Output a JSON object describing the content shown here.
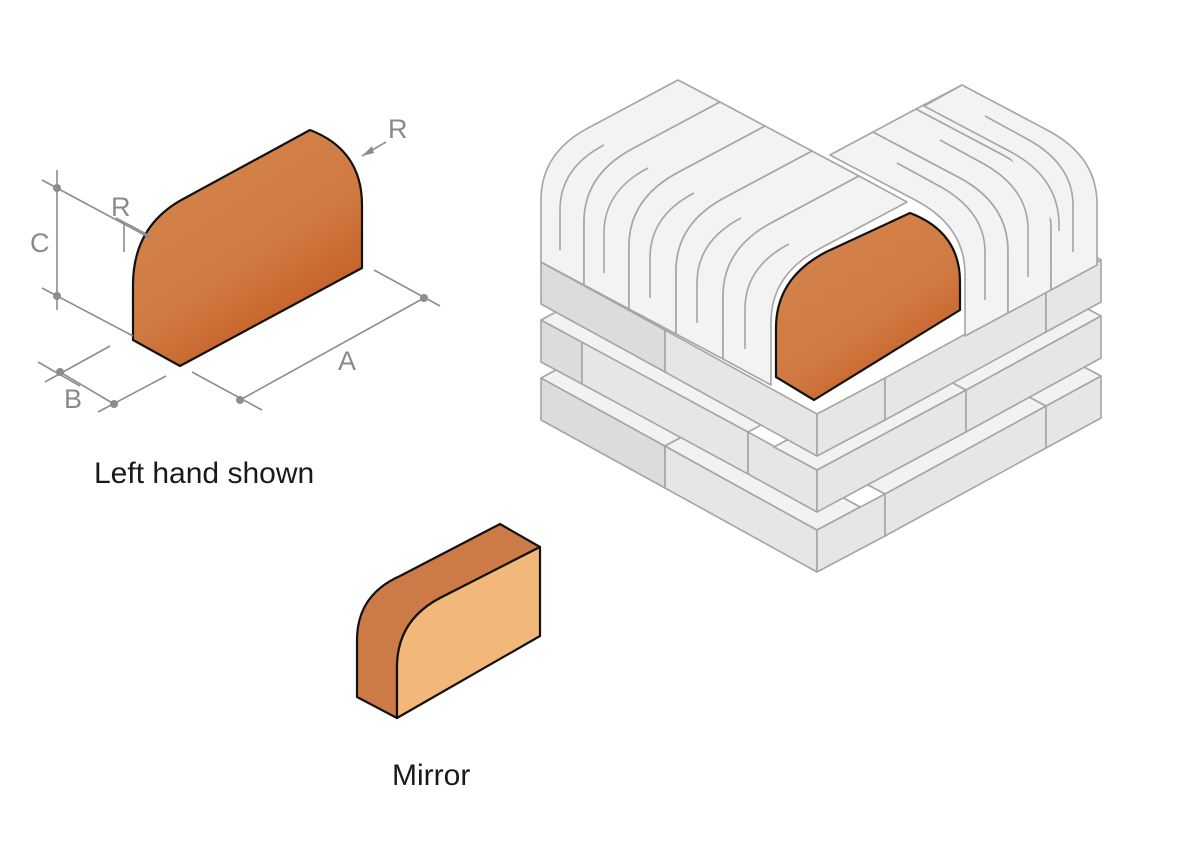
{
  "labels": {
    "radius_top": "R",
    "radius_left": "R",
    "dim_a": "A",
    "dim_b": "B",
    "dim_c": "C"
  },
  "captions": {
    "left_hand": "Left hand shown",
    "mirror": "Mirror"
  },
  "colors": {
    "brick_light": "#d4834c",
    "brick_dark": "#c2531a",
    "mirror_side": "#cd7b46",
    "mirror_face": "#f2b87a",
    "grey_brick": "#e6e6e6",
    "grey_outline": "#a5a5a5",
    "dimension": "#8d8d8d"
  }
}
